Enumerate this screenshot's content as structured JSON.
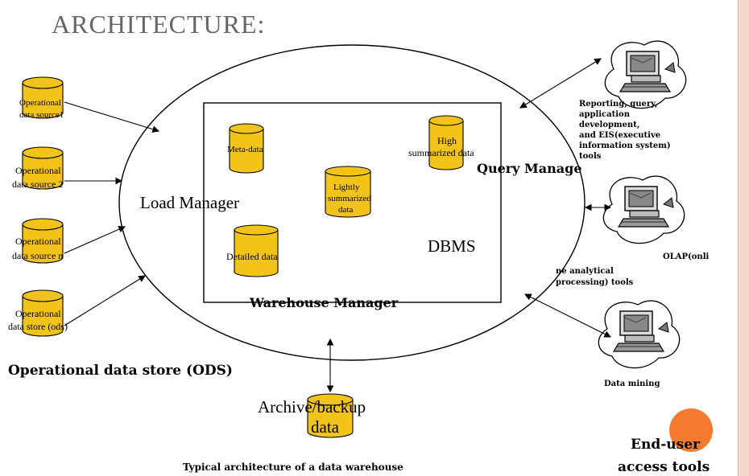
{
  "page": {
    "title": "ARCHITECTURE:",
    "caption": "Typical architecture of a data warehouse"
  },
  "sources": [
    {
      "line1": "Operational",
      "line2": "data source1"
    },
    {
      "line1": "Operational",
      "line2": "data source 2"
    },
    {
      "line1": "Operational",
      "line2": "data source n"
    },
    {
      "line1": "Operational",
      "line2": "data store (ods)"
    }
  ],
  "ods_label": "Operational data store (ODS)",
  "ellipse": {
    "load_manager": "Load Manager",
    "query_manager": "Query Manage",
    "warehouse_manager": "Warehouse Manager",
    "dbms": "DBMS"
  },
  "stores": {
    "meta": "Meta-data",
    "high_1": "High",
    "high_2": "summarized data",
    "light_1": "Lightly",
    "light_2": "summarized",
    "light_3": "data",
    "detailed": "Detailed data"
  },
  "archive": {
    "line1": "Archive/backup",
    "line2": "data"
  },
  "tools": {
    "reporting": [
      "Reporting, query,",
      "application",
      "development,",
      "and EIS(executive",
      "information system)",
      "tools"
    ],
    "olap": [
      "OLAP(onli",
      "ne analytical",
      "processing) tools"
    ],
    "mining": "Data mining"
  },
  "end_user": {
    "line1": "End-user",
    "line2": "access tools"
  },
  "colors": {
    "cylinder": "#f2c318",
    "cylinder_dark": "#c99a05",
    "accent": "#f57a2e"
  }
}
